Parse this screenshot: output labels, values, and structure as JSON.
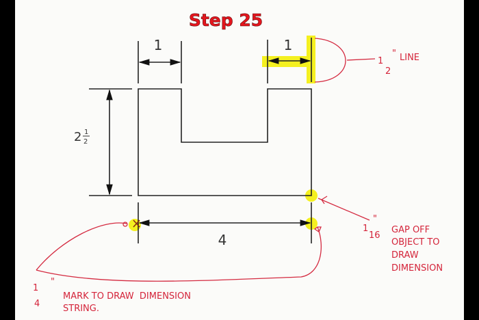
{
  "title": "Step 25",
  "dimensions": {
    "top_left_width": "1",
    "top_right_width": "1",
    "height_whole": "2",
    "height_num": "1",
    "height_den": "2",
    "bottom_width": "4"
  },
  "annotations": {
    "line_note": {
      "num": "1",
      "den": "2",
      "unit": "\"",
      "text": "LINE"
    },
    "gap_note": {
      "num": "1",
      "den": "16",
      "unit": "\"",
      "lines": [
        "GAP OFF",
        "OBJECT TO",
        "DRAW",
        "DIMENSION"
      ]
    },
    "mark_note": {
      "num": "1",
      "den": "4",
      "unit": "\"",
      "lines": [
        "MARK TO DRAW  DIMENSION",
        "STRING."
      ]
    }
  },
  "colors": {
    "title": "#e4161e",
    "annotation": "#d4243a",
    "highlight": "#f4f020"
  }
}
